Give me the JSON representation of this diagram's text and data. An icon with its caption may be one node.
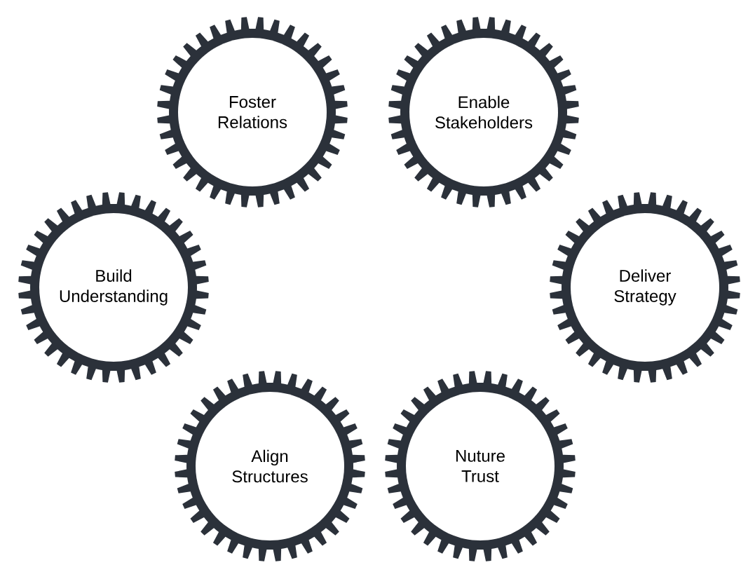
{
  "diagram": {
    "nodes": [
      {
        "text": [
          "Foster Relations"
        ]
      },
      {
        "text": [
          "Enable Stakeholders"
        ]
      },
      {
        "text": [
          "Build Understanding"
        ]
      },
      {
        "text": [
          "Deliver Strategy"
        ]
      },
      {
        "text": [
          "Align Structures"
        ]
      },
      {
        "text": [
          "Nuture Trust"
        ]
      }
    ]
  }
}
